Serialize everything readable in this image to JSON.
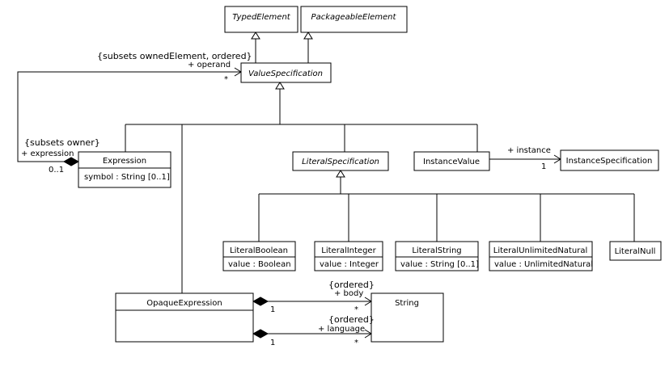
{
  "classes": {
    "typed_element": {
      "name": "TypedElement"
    },
    "packageable_element": {
      "name": "PackageableElement"
    },
    "value_specification": {
      "name": "ValueSpecification"
    },
    "expression": {
      "name": "Expression",
      "attribute": "symbol : String [0..1]"
    },
    "literal_specification": {
      "name": "LiteralSpecification"
    },
    "instance_value": {
      "name": "InstanceValue"
    },
    "instance_specification": {
      "name": "InstanceSpecification"
    },
    "literal_boolean": {
      "name": "LiteralBoolean",
      "attribute": "value : Boolean"
    },
    "literal_integer": {
      "name": "LiteralInteger",
      "attribute": "value : Integer"
    },
    "literal_string": {
      "name": "LiteralString",
      "attribute": "value : String [0..1]"
    },
    "literal_unlimited_natural": {
      "name": "LiteralUnlimitedNatural",
      "attribute": "value : UnlimitedNatural"
    },
    "literal_null": {
      "name": "LiteralNull"
    },
    "opaque_expression": {
      "name": "OpaqueExpression"
    },
    "string": {
      "name": "String"
    }
  },
  "labels": {
    "operand_constraint": "{subsets ownedElement, ordered}",
    "operand_role": "+ operand",
    "operand_multiplicity": "*",
    "expression_constraint": "{subsets owner}",
    "expression_role": "+ expression",
    "expression_multiplicity": "0..1",
    "instance_role": "+ instance",
    "instance_multiplicity": "1",
    "body_constraint": "{ordered}",
    "body_role": "+ body",
    "body_source_multiplicity": "1",
    "body_target_multiplicity": "*",
    "language_constraint": "{ordered}",
    "language_role": "+ language",
    "language_source_multiplicity": "1",
    "language_target_multiplicity": "*"
  }
}
